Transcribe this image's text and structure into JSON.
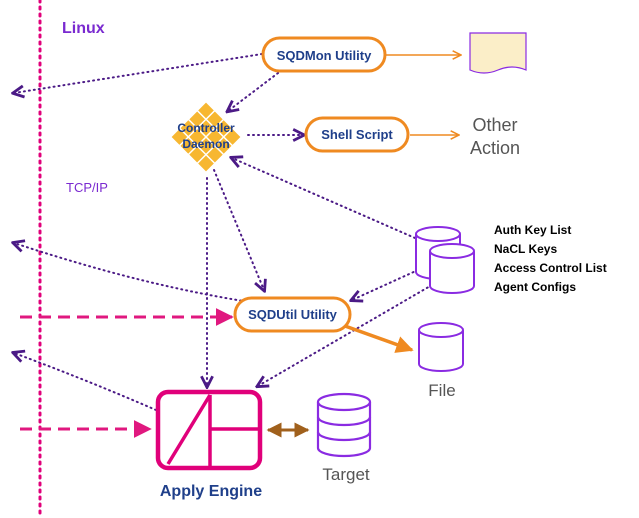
{
  "os_label": "Linux",
  "protocol_label": "TCP/IP",
  "sqdmon": {
    "label": "SQDMon Utility"
  },
  "controller": {
    "line1": "Controller",
    "line2": "Daemon"
  },
  "shell_script": {
    "label": "Shell Script"
  },
  "other_action": {
    "line1": "Other",
    "line2": "Action"
  },
  "sqdutil": {
    "label": "SQDUtil Utility"
  },
  "config_list": {
    "items": [
      "Auth Key List",
      "NaCL Keys",
      "Access Control List",
      "Agent Configs"
    ]
  },
  "file_label": "File",
  "apply_engine_label": "Apply Engine",
  "target_label": "Target",
  "colors": {
    "linux_boundary": "#e0007a",
    "os_text": "#7a2ad0",
    "box_border": "#ef8a21",
    "box_text": "#1f3f8a",
    "dotted_arrow": "#4b1a86",
    "dashed_arrow": "#e0187f",
    "database": "#8a2be2",
    "apply_engine": "#e0007a",
    "apply_label": "#1f3f8a",
    "bidir_arrow": "#a0601c",
    "diamond_fill": "#f7b731",
    "diamond_stroke": "#ffffff",
    "document_fill": "#fbeec8",
    "document_stroke": "#8a2be2"
  }
}
